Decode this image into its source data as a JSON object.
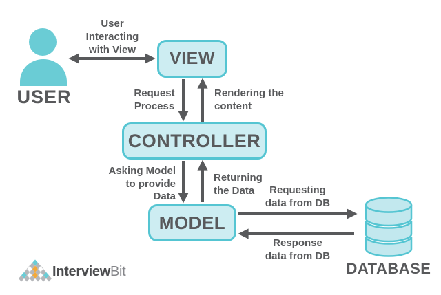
{
  "colors": {
    "accent_teal": "#55c5d2",
    "box_fill": "#cdedf2",
    "icon_teal": "#6accd5",
    "db_fill": "#c2e8ee",
    "text_gray": "#58595b",
    "logo_dark": "#4b4c4e",
    "logo_light": "#85868a",
    "logo_orange": "#f2a93b",
    "tile_gray": "#b5b7ba"
  },
  "nodes": {
    "user": {
      "label": "USER"
    },
    "view": {
      "label": "VIEW"
    },
    "controller": {
      "label": "CONTROLLER"
    },
    "model": {
      "label": "MODEL"
    },
    "database": {
      "label": "DATABASE"
    }
  },
  "edge_labels": {
    "user_view": "User\nInteracting\nwith View",
    "view_controller": "Request\nProcess",
    "controller_view": "Rendering the\ncontent",
    "controller_model": "Asking Model\nto provide\nData",
    "model_controller": "Returning\nthe Data",
    "model_database": "Requesting\ndata from DB",
    "database_model": "Response\ndata from DB"
  },
  "logo": {
    "primary": "Interview",
    "secondary": "Bit"
  }
}
